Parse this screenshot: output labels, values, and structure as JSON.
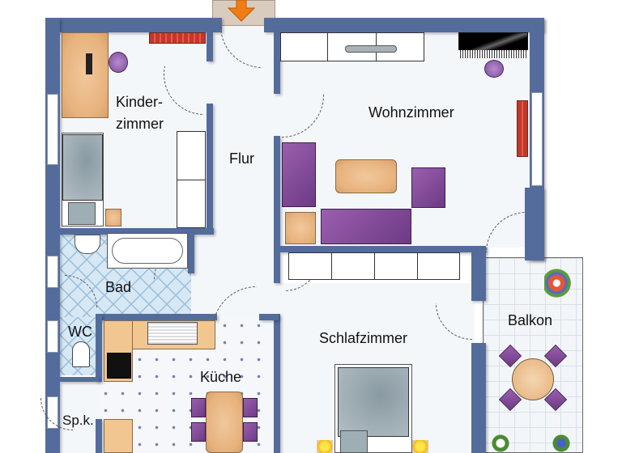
{
  "plan": {
    "entrance_icon": "arrow-down-icon",
    "colors": {
      "wall": "#546c9c",
      "floor": "#f4f7fa",
      "entrance_arrow": "#f07d14",
      "entrance_mat": "#d9cbbd",
      "sofa": "#7d4596",
      "wood": "#e9b887",
      "bath_tile": "#d7e8f5"
    }
  },
  "rooms": {
    "kinderzimmer_line1": "Kinder-",
    "kinderzimmer_line2": "zimmer",
    "flur": "Flur",
    "wohnzimmer": "Wohnzimmer",
    "bad": "Bad",
    "wc": "WC",
    "kueche": "Küche",
    "speisekammer": "Sp.k.",
    "schlafzimmer": "Schlafzimmer",
    "balkon": "Balkon"
  }
}
